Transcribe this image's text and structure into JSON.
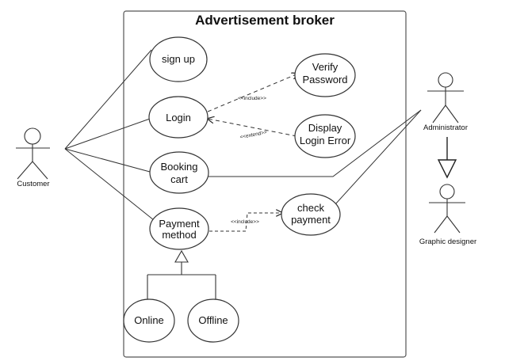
{
  "diagram": {
    "title": "Advertisement broker",
    "actors": {
      "customer": "Customer",
      "administrator": "Administrator",
      "graphic_designer": "Graphic designer"
    },
    "use_cases": {
      "sign_up": "sign up",
      "login": "Login",
      "booking_cart_1": "Booking",
      "booking_cart_2": "cart",
      "payment_method_1": "Payment",
      "payment_method_2": "method",
      "verify_password_1": "Verify",
      "verify_password_2": "Password",
      "display_login_error_1": "Display",
      "display_login_error_2": "Login Error",
      "check_payment_1": "check",
      "check_payment_2": "payment",
      "online": "Online",
      "offline": "Offline"
    },
    "relations": {
      "include_verify": "<<include>>",
      "extend_error": "<<extend>>",
      "include_check": "<<include>>"
    }
  }
}
